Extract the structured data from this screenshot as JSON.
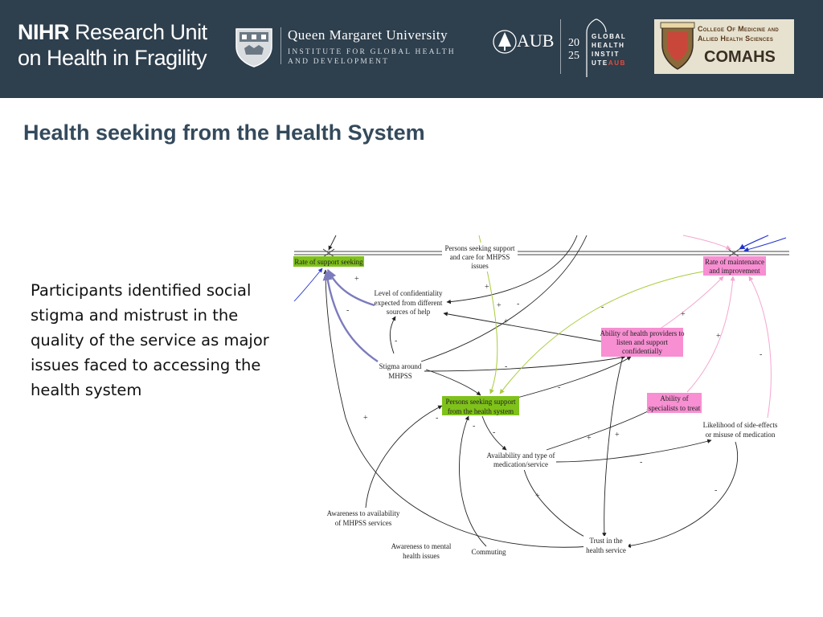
{
  "header": {
    "nihr_bold": "NIHR",
    "nihr_rest": " Research Unit",
    "nihr_line2": "on Health in Fragility",
    "qmu_name": "Queen Margaret University",
    "qmu_sub": "INSTITUTE FOR GLOBAL HEALTH AND DEVELOPMENT",
    "aub": "AUB",
    "ghi_year_top": "20",
    "ghi_year_bottom": "25",
    "ghi_line1": "GLOBAL",
    "ghi_line2": "HEALTH",
    "ghi_line3": "INSTIT",
    "ghi_line4a": "UTE",
    "ghi_line4b": "AUB",
    "comahs_line1": "College Of Medicine and",
    "comahs_line2": "Allied Health Sciences",
    "comahs_acronym": "COMAHS"
  },
  "title": "Health seeking from the Health System",
  "body_text": "Participants identified social stigma and mistrust in the quality of the service as major issues faced to accessing the health system",
  "diagram": {
    "stocks": {
      "rate_support_seeking": "Rate of support seeking",
      "rate_maintenance_1": "Rate of maintenance",
      "rate_maintenance_2": "and improvement",
      "persons_health_system_1": "Persons seeking support",
      "persons_health_system_2": "from the health system"
    },
    "highlighted": {
      "providers_1": "Ability of health providers to",
      "providers_2": "listen and support",
      "providers_3": "confidentially",
      "specialists_1": "Ability of",
      "specialists_2": "specialists to treat"
    },
    "variables": {
      "persons_mhpss_1": "Persons seeking support",
      "persons_mhpss_2": "and care for MHPSS",
      "persons_mhpss_3": "issues",
      "confidentiality_1": "Level of confidentiality",
      "confidentiality_2": "expected from different",
      "confidentiality_3": "sources of help",
      "stigma_1": "Stigma around",
      "stigma_2": "MHPSS",
      "side_effects_1": "Likelihood of side-effects",
      "side_effects_2": "or misuse of medication",
      "availability_1": "Availability and type of",
      "availability_2": "medication/service",
      "awareness_avail_1": "Awareness to availability",
      "awareness_avail_2": "of MHPSS services",
      "awareness_mental_1": "Awareness to mental",
      "awareness_mental_2": "health issues",
      "commuting": "Commuting",
      "trust_1": "Trust in the",
      "trust_2": "health service"
    },
    "signs": {
      "plus": "+",
      "minus": "-"
    },
    "colors": {
      "stock_fill": "#7fc21a",
      "highlight_fill": "#f78fd2",
      "arrow_purple": "#7b7bbd",
      "arrow_pink": "#f4a6cf",
      "arrow_green": "#a8cc3c",
      "arrow_blue": "#2233cc",
      "arrow_black": "#222222"
    }
  }
}
